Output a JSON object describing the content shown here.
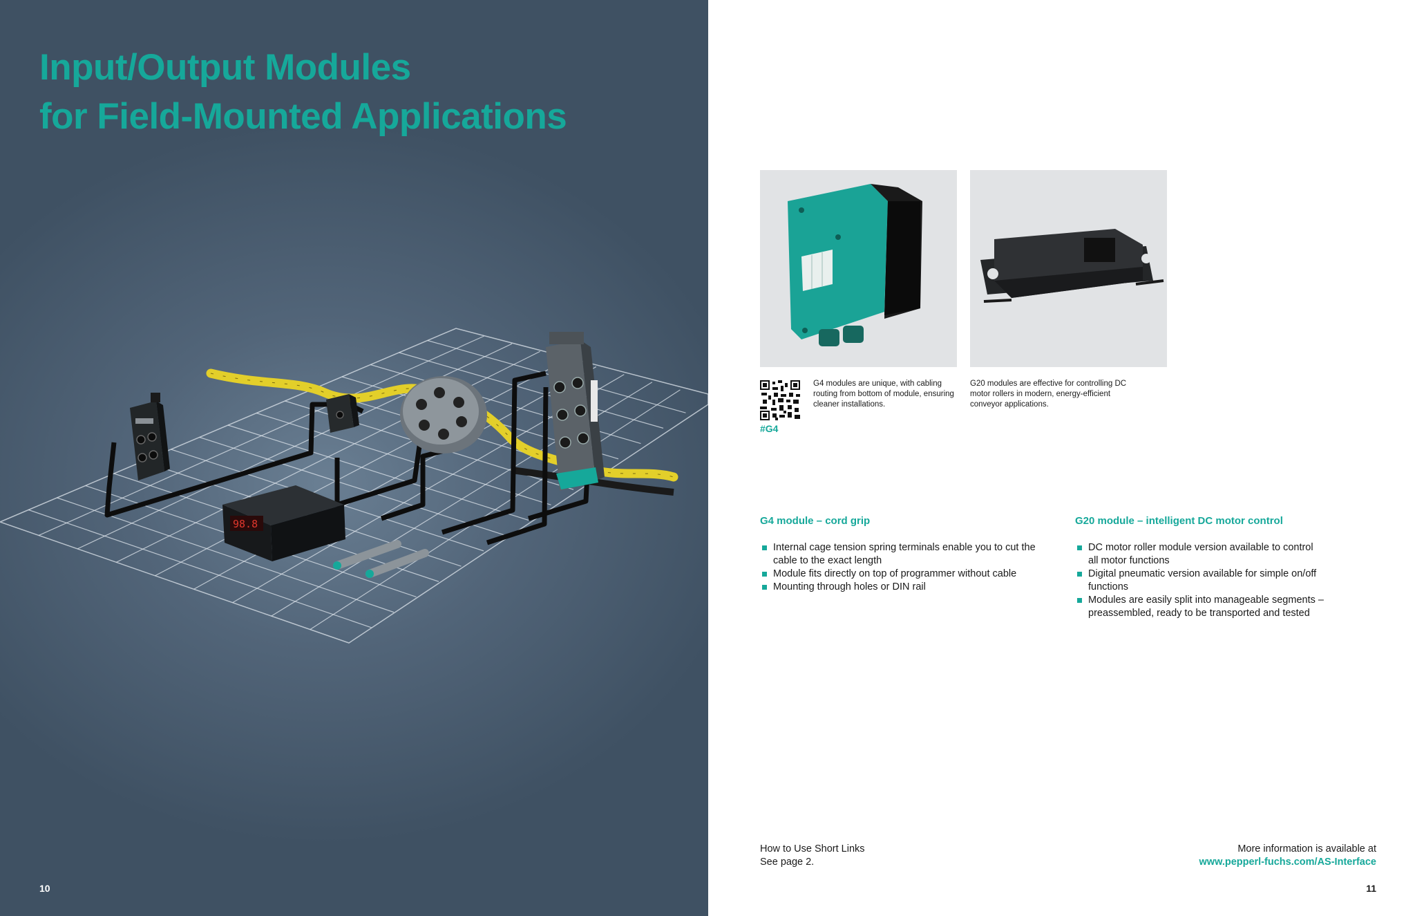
{
  "left": {
    "title_line1": "Input/Output Modules",
    "title_line2": "for Field-Mounted Applications",
    "page_number": "10"
  },
  "right": {
    "g4_caption": "G4 modules are unique, with cabling routing from bottom of module, ensuring cleaner installations.",
    "g20_caption": "G20 modules are effective for controlling DC motor rollers in modern, energy-efficient conveyor applications.",
    "qr_tag": "#G4",
    "g4_section": {
      "heading": "G4 module – cord grip",
      "bullets": [
        "Internal cage tension spring terminals enable you to cut the cable to the exact length",
        "Module fits directly on top of programmer without cable",
        "Mounting through holes or DIN rail"
      ]
    },
    "g20_section": {
      "heading": "G20 module – intelligent DC motor control",
      "bullets": [
        "DC motor roller module version available to control all motor functions",
        "Digital pneumatic version available for simple on/off functions",
        "Modules are easily split into manageable segments – preassembled, ready to be transported and tested"
      ]
    },
    "footer_left_line1": "How to Use Short Links",
    "footer_left_line2": "See page 2.",
    "footer_right_line1": "More information is available at",
    "footer_right_url": "www.pepperl-fuchs.com/AS-Interface",
    "page_number": "11"
  },
  "colors": {
    "accent": "#16a89a",
    "left_bg": "#4a5d70",
    "cable": "#111111",
    "flat_cable": "#e8d22a"
  },
  "icons": [
    "qr-code-icon",
    "bullet-square-icon"
  ]
}
